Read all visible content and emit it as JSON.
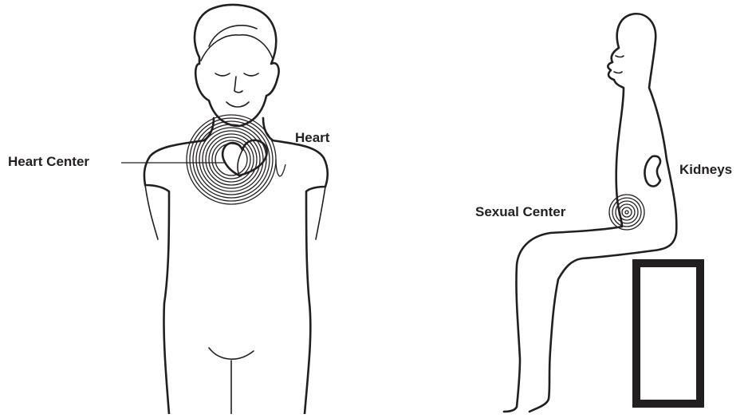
{
  "labels": {
    "heart_center": "Heart Center",
    "heart": "Heart",
    "kidneys": "Kidneys",
    "sexual_center": "Sexual Center"
  },
  "colors": {
    "ink": "#231f20",
    "background": "#ffffff"
  },
  "figures": {
    "left": "front-view-standing-figure-icon",
    "right": "side-view-seated-figure-icon"
  }
}
